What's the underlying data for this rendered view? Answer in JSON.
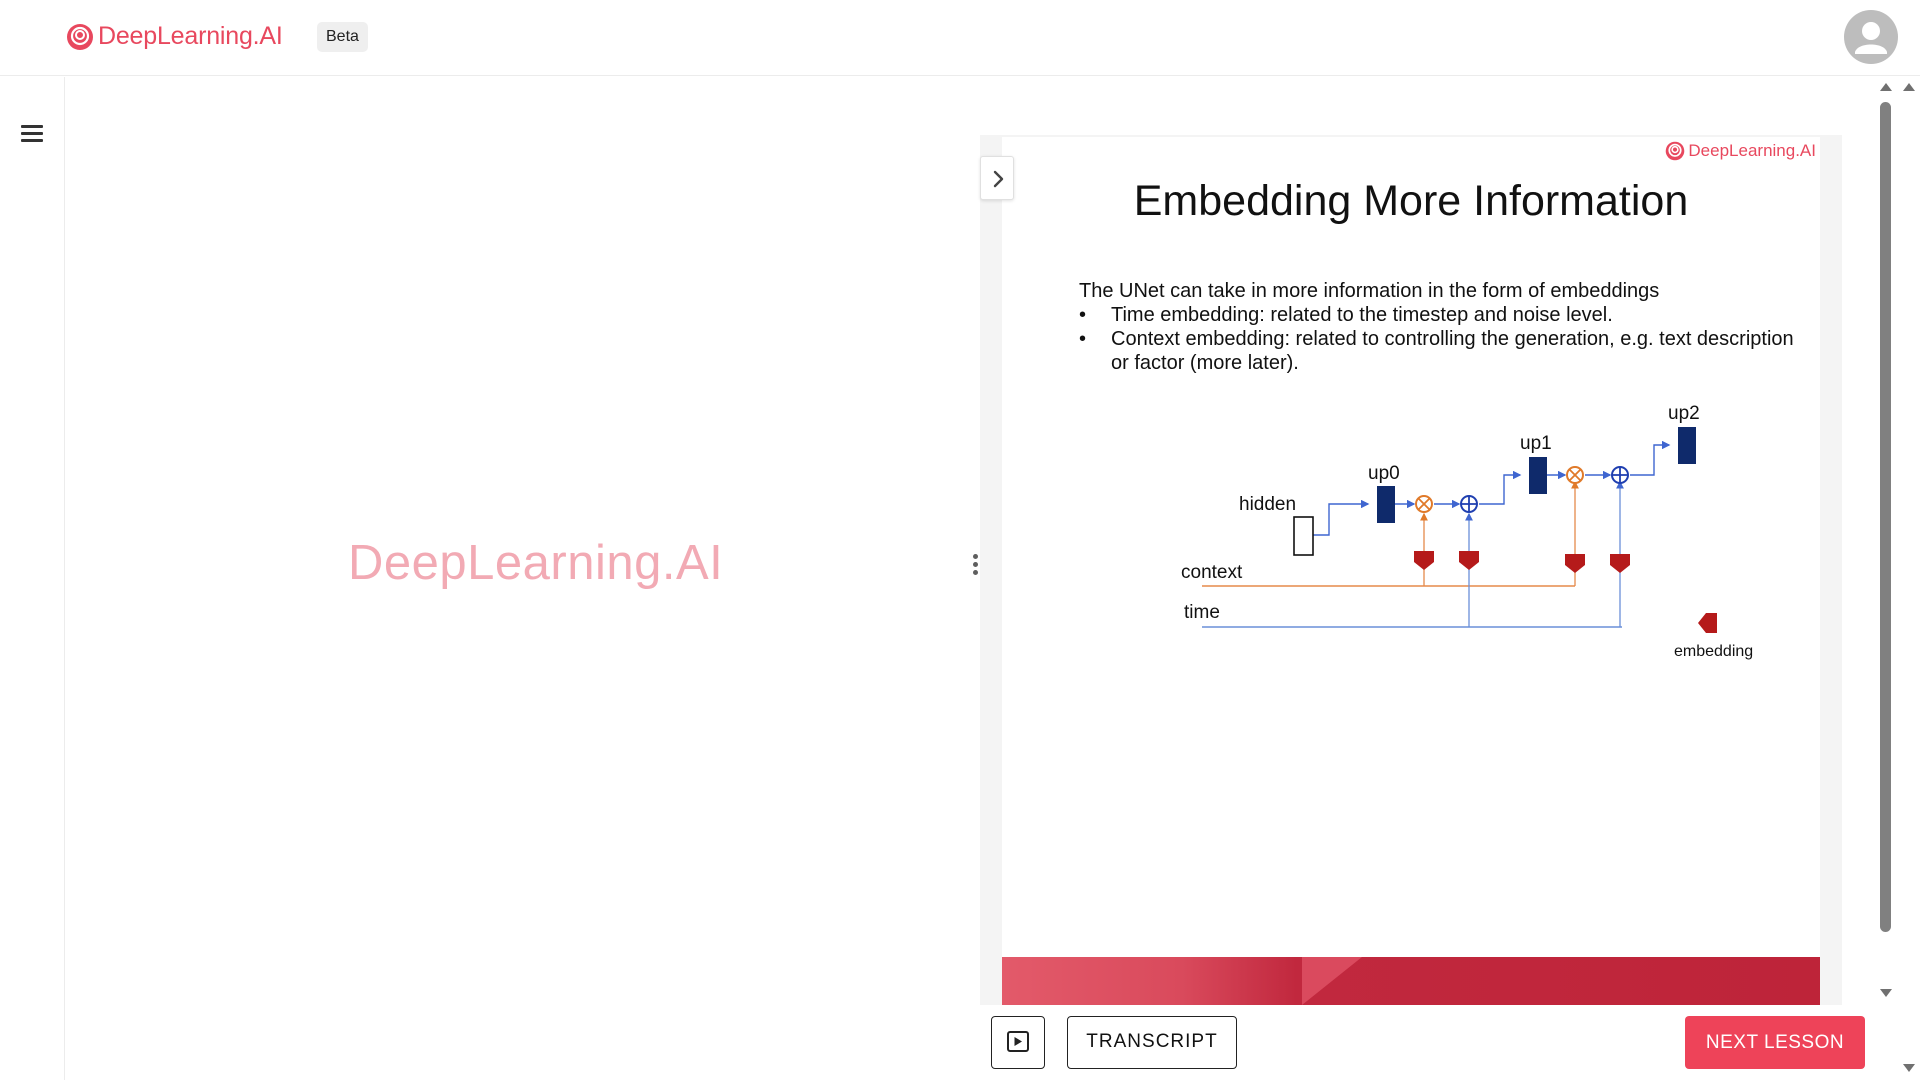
{
  "header": {
    "brand": "DeepLearning.AI",
    "badge": "Beta",
    "avatar_icon": "user-avatar-icon"
  },
  "sidebar": {
    "menu_icon": "hamburger-menu-icon"
  },
  "video": {
    "watermark": "DeepLearning.AI"
  },
  "slide": {
    "logo": "DeepLearning.AI",
    "title": "Embedding More Information",
    "intro": "The UNet can take in more information in the form of embeddings",
    "bullets": [
      "Time embedding: related to the timestep and noise level.",
      "Context embedding: related to controlling the generation, e.g. text description or factor (more later)."
    ],
    "diagram": {
      "labels": {
        "hidden": "hidden",
        "up0": "up0",
        "up1": "up1",
        "up2": "up2",
        "context": "context",
        "time": "time",
        "embedding": "embedding"
      },
      "colors": {
        "block": "#0f2a6b",
        "context_line": "#e58a4a",
        "time_line": "#6a8fd8",
        "embedding": "#b51a1a",
        "multiply": "#e07a2a",
        "add": "#1f3fb0"
      }
    }
  },
  "controls": {
    "slides_toggle_icon": "slides-play-icon",
    "transcript": "TRANSCRIPT",
    "next": "NEXT LESSON",
    "accent": "#ee4359"
  }
}
